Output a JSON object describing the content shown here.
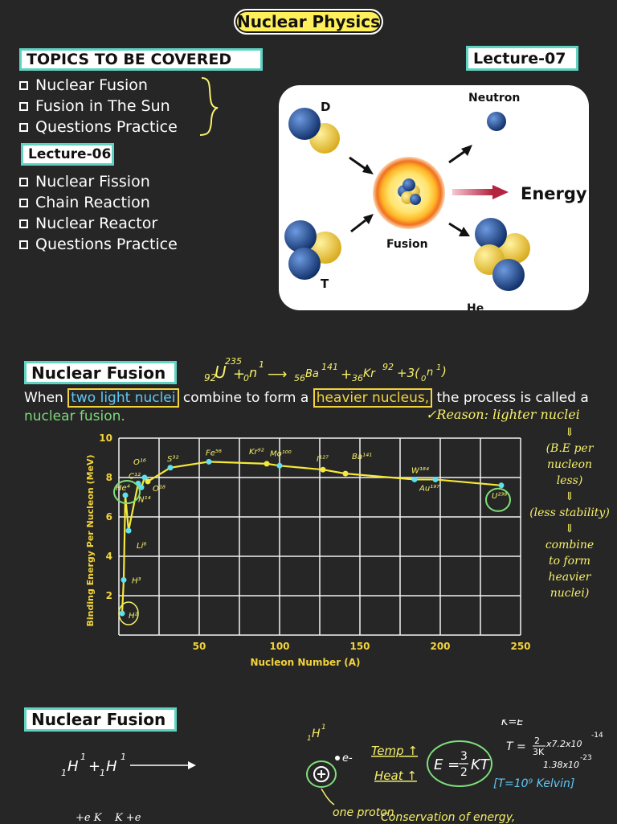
{
  "header": {
    "title": "Nuclear Physics"
  },
  "topics": {
    "heading": "TOPICS TO BE COVERED",
    "lecture07_label": "Lecture-07",
    "lecture07_items": [
      "Nuclear Fusion",
      "Fusion in The Sun",
      "Questions Practice"
    ],
    "lecture06_label": "Lecture-06",
    "lecture06_items": [
      "Nuclear Fission",
      "Chain Reaction",
      "Nuclear Reactor",
      "Questions Practice"
    ]
  },
  "fusion_diagram": {
    "label_d": "D",
    "label_t": "T",
    "label_neutron": "Neutron",
    "label_energy": "Energy",
    "label_fusion": "Fusion",
    "label_he": "He",
    "colors": {
      "blue": "#1f4f9a",
      "yellow": "#f2d33b",
      "arrow_energy": "#b42340"
    }
  },
  "section1": {
    "heading": "Nuclear Fusion",
    "def_part1": "When",
    "def_hl1": "two light nuclei",
    "def_part2": "combine to form a",
    "def_hl2": "heavier nucleus,",
    "def_part3": "the process is called a",
    "def_part4": "nuclear fusion.",
    "colors": {
      "hl1": "#5fc8f5",
      "hl2": "#f2d33b",
      "green": "#7fd87a"
    }
  },
  "annotations": {
    "equation_1": "92",
    "equation_2": "U",
    "equation_3": "235",
    "equation_4": "+",
    "equation_5": "0",
    "equation_6": "n",
    "equation_7": "1",
    "equation_8": "⟶",
    "equation_9": "56",
    "equation_10": "Ba",
    "equation_11": "141",
    "equation_12": "+",
    "equation_13": "36",
    "equation_14": "Kr",
    "equation_15": "92",
    "equation_16": "+3(",
    "equation_17": "0",
    "equation_18": "n",
    "equation_19": "1",
    "equation_20": ")",
    "reason": "✓Reason: lighter nuclei",
    "notes": [
      "⇓",
      "(B.E per nucleon",
      "less)",
      "⇓",
      "(less stability)",
      "⇓",
      "combine",
      "to form",
      "heavier",
      "nuclei)"
    ]
  },
  "chart_data": {
    "type": "line",
    "xlabel": "Nucleon Number (A)",
    "ylabel": "Binding Energy Per Nucleon (MeV)",
    "xlim": [
      0,
      250
    ],
    "ylim": [
      0,
      10
    ],
    "xticks": [
      50,
      100,
      150,
      200,
      250
    ],
    "yticks": [
      2,
      4,
      6,
      8,
      10
    ],
    "grid": true,
    "points": [
      {
        "x": 2,
        "y": 1.1,
        "label": "H²"
      },
      {
        "x": 3,
        "y": 2.8,
        "label": "H³"
      },
      {
        "x": 4,
        "y": 7.1,
        "label": "He⁴"
      },
      {
        "x": 6,
        "y": 5.3,
        "label": "Li⁶"
      },
      {
        "x": 12,
        "y": 7.7,
        "label": "C¹²"
      },
      {
        "x": 14,
        "y": 7.5,
        "label": "N¹⁴"
      },
      {
        "x": 16,
        "y": 8.0,
        "label": "O¹⁶"
      },
      {
        "x": 18,
        "y": 7.8,
        "label": "O¹⁸"
      },
      {
        "x": 32,
        "y": 8.5,
        "label": "S³²"
      },
      {
        "x": 56,
        "y": 8.8,
        "label": "Fe⁵⁶"
      },
      {
        "x": 92,
        "y": 8.7,
        "label": "Kr⁹²"
      },
      {
        "x": 100,
        "y": 8.6,
        "label": "Mo¹⁰⁰"
      },
      {
        "x": 127,
        "y": 8.4,
        "label": "I¹²⁷"
      },
      {
        "x": 141,
        "y": 8.2,
        "label": "Ba¹⁴¹"
      },
      {
        "x": 184,
        "y": 7.9,
        "label": "W¹⁸⁴"
      },
      {
        "x": 197,
        "y": 7.9,
        "label": "Au¹⁹⁷"
      },
      {
        "x": 238,
        "y": 7.6,
        "label": "U²³⁸"
      }
    ]
  },
  "section2": {
    "heading": "Nuclear Fusion",
    "reaction_1": "1",
    "reaction_2": "H",
    "reaction_3": "1",
    "reaction_4": "+",
    "reaction_5": "1",
    "reaction_6": "H",
    "reaction_7": "1",
    "h1_1": "1",
    "h1_2": "H",
    "h1_3": "1",
    "electron": "e-",
    "one_proton": "one proton",
    "temp": "Temp ↑",
    "heat": "Heat ↑",
    "energy_formula": "E = ",
    "frac3": "3",
    "frac2": "2",
    "kt": "KT",
    "k_eq_e": "K=E",
    "t_line1": "T = ",
    "t_frac_top": "2",
    "t_frac_bot": "3K",
    "t_mult": "x7.2x10",
    "t_exp": "-14",
    "k_const": "1.38x10",
    "k_exp": "-23",
    "t_result": "[T=10⁹ Kelvin]",
    "conservation": "Conservation of energy,",
    "bottom_fragment": "+e K    K +e"
  }
}
